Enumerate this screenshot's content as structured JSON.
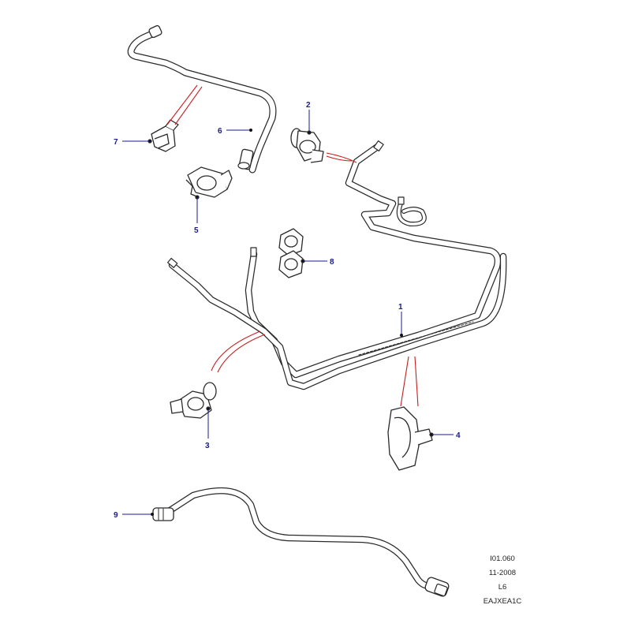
{
  "colors": {
    "line": "#2a2a2a",
    "leader": "#1a1a8c",
    "red_leader": "#c81e1e",
    "part_fill": "#ffffff"
  },
  "callouts": {
    "c1": "1",
    "c2": "2",
    "c3": "3",
    "c4": "4",
    "c5": "5",
    "c6": "6",
    "c7": "7",
    "c8": "8",
    "c9": "9"
  },
  "reference": {
    "code": "I01.060",
    "date": "11-2008",
    "model": "L6",
    "illustration_id": "EAJXEA1C"
  }
}
